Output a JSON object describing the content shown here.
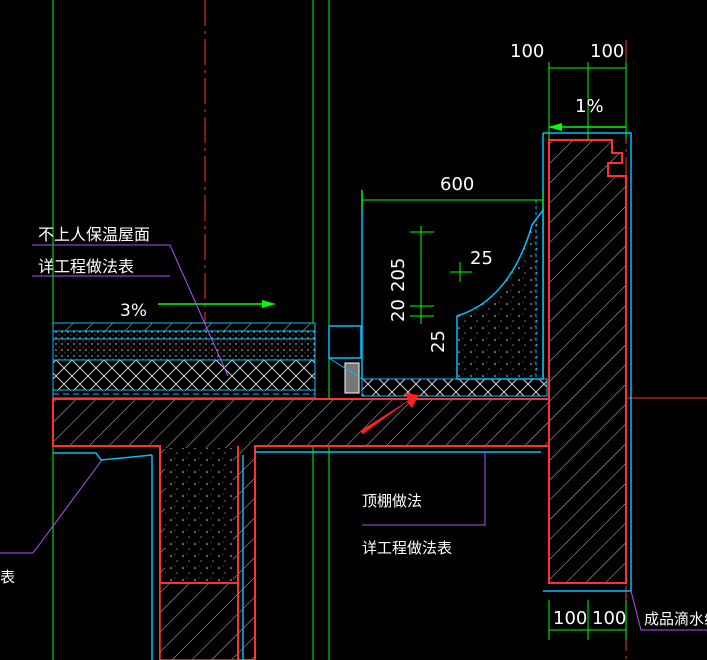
{
  "annotations": {
    "roof_title": "不上人保温屋面",
    "roof_ref": "详工程做法表",
    "slope_left": "3%",
    "slope_top": "1%",
    "ceiling_title": "顶棚做法",
    "ceiling_ref": "详工程做法表",
    "left_cut_text": "表",
    "drip_text": "成品滴水线"
  },
  "dimensions": {
    "top_left": "100",
    "top_right": "100",
    "gutter_width": "600",
    "gutter_depth": "205",
    "drip_gap": "20",
    "right_25": "25",
    "lower_25": "25",
    "bottom_left": "100",
    "bottom_right": "100"
  },
  "colors": {
    "background": "#000000",
    "grid_green": "#00ff00",
    "axis_red": "#ff3030",
    "outline_cyan": "#00c0ff",
    "leader_magenta": "#b050ff",
    "dim_green": "#00ff00",
    "text": "#ffffff",
    "hatch": "#cfcfcf"
  }
}
